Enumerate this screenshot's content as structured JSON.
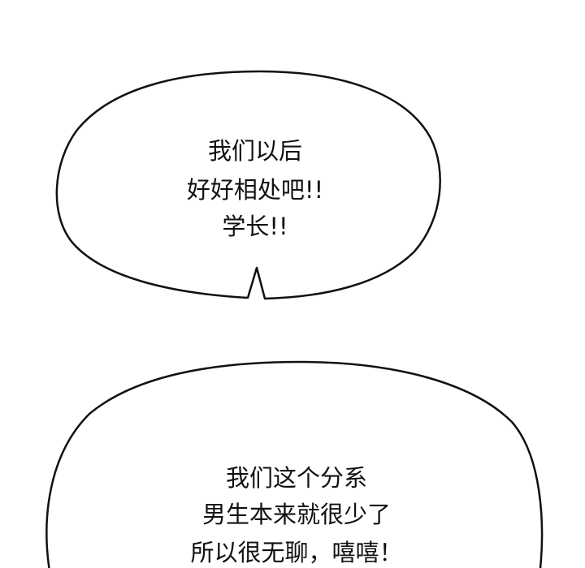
{
  "bubbles": [
    {
      "lines": [
        "我们以后",
        "好好相处吧!!",
        "学长!!"
      ]
    },
    {
      "lines": [
        "我们这个分系",
        "男生本来就很少了",
        "所以很无聊，嘻嘻！"
      ]
    }
  ],
  "colors": {
    "background": "#ffffff",
    "outline": "#111111",
    "text": "#111111"
  }
}
